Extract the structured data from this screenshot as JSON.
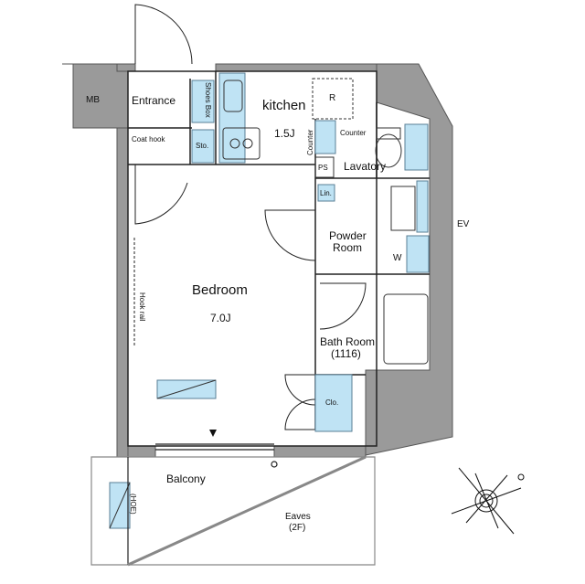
{
  "rooms": {
    "mb": "MB",
    "entrance": "Entrance",
    "shoes_box": "Shoes Box",
    "coat_hook": "Coat hook",
    "sto": "Sto.",
    "kitchen": "kitchen",
    "kitchen_size": "1.5J",
    "refrigerator": "R",
    "counter_vertical": "Counter",
    "counter": "Counter",
    "ps": "PS",
    "lavatory": "Lavatory",
    "lin": "Lin.",
    "powder_room_line1": "Powder",
    "powder_room_line2": "Room",
    "washer": "W",
    "bedroom": "Bedroom",
    "bedroom_size": "7.0J",
    "hook_rail": "Hook rail",
    "bath_room": "Bath Room",
    "bath_size": "(1116)",
    "closet": "Clo.",
    "balcony": "Balcony",
    "eaves_line1": "Eaves",
    "eaves_line2": "(2F)",
    "hatch": "(HOE)",
    "ev": "EV"
  },
  "colors": {
    "wall": "#9a9a9a",
    "fixture_blue": "#bfe3f4",
    "fixture_stroke": "#5a7f96",
    "line": "#222222"
  }
}
